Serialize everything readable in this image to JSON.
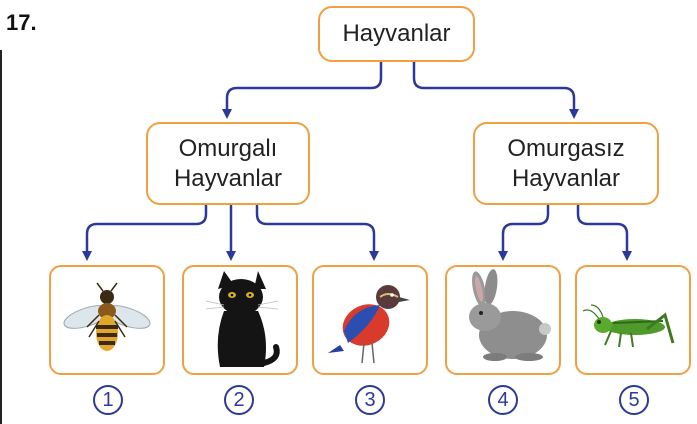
{
  "question": {
    "number": "17."
  },
  "tree": {
    "root": {
      "label": "Hayvanlar"
    },
    "left": {
      "line1": "Omurgalı",
      "line2": "Hayvanlar"
    },
    "right": {
      "line1": "Omurgasız",
      "line2": "Hayvanlar"
    }
  },
  "animals": [
    {
      "number": "1",
      "icon": "bee-icon"
    },
    {
      "number": "2",
      "icon": "cat-icon"
    },
    {
      "number": "3",
      "icon": "bird-icon"
    },
    {
      "number": "4",
      "icon": "rabbit-icon"
    },
    {
      "number": "5",
      "icon": "grasshopper-icon"
    }
  ],
  "colors": {
    "box_border": "#f0a040",
    "arrow": "#2b3a9a"
  }
}
